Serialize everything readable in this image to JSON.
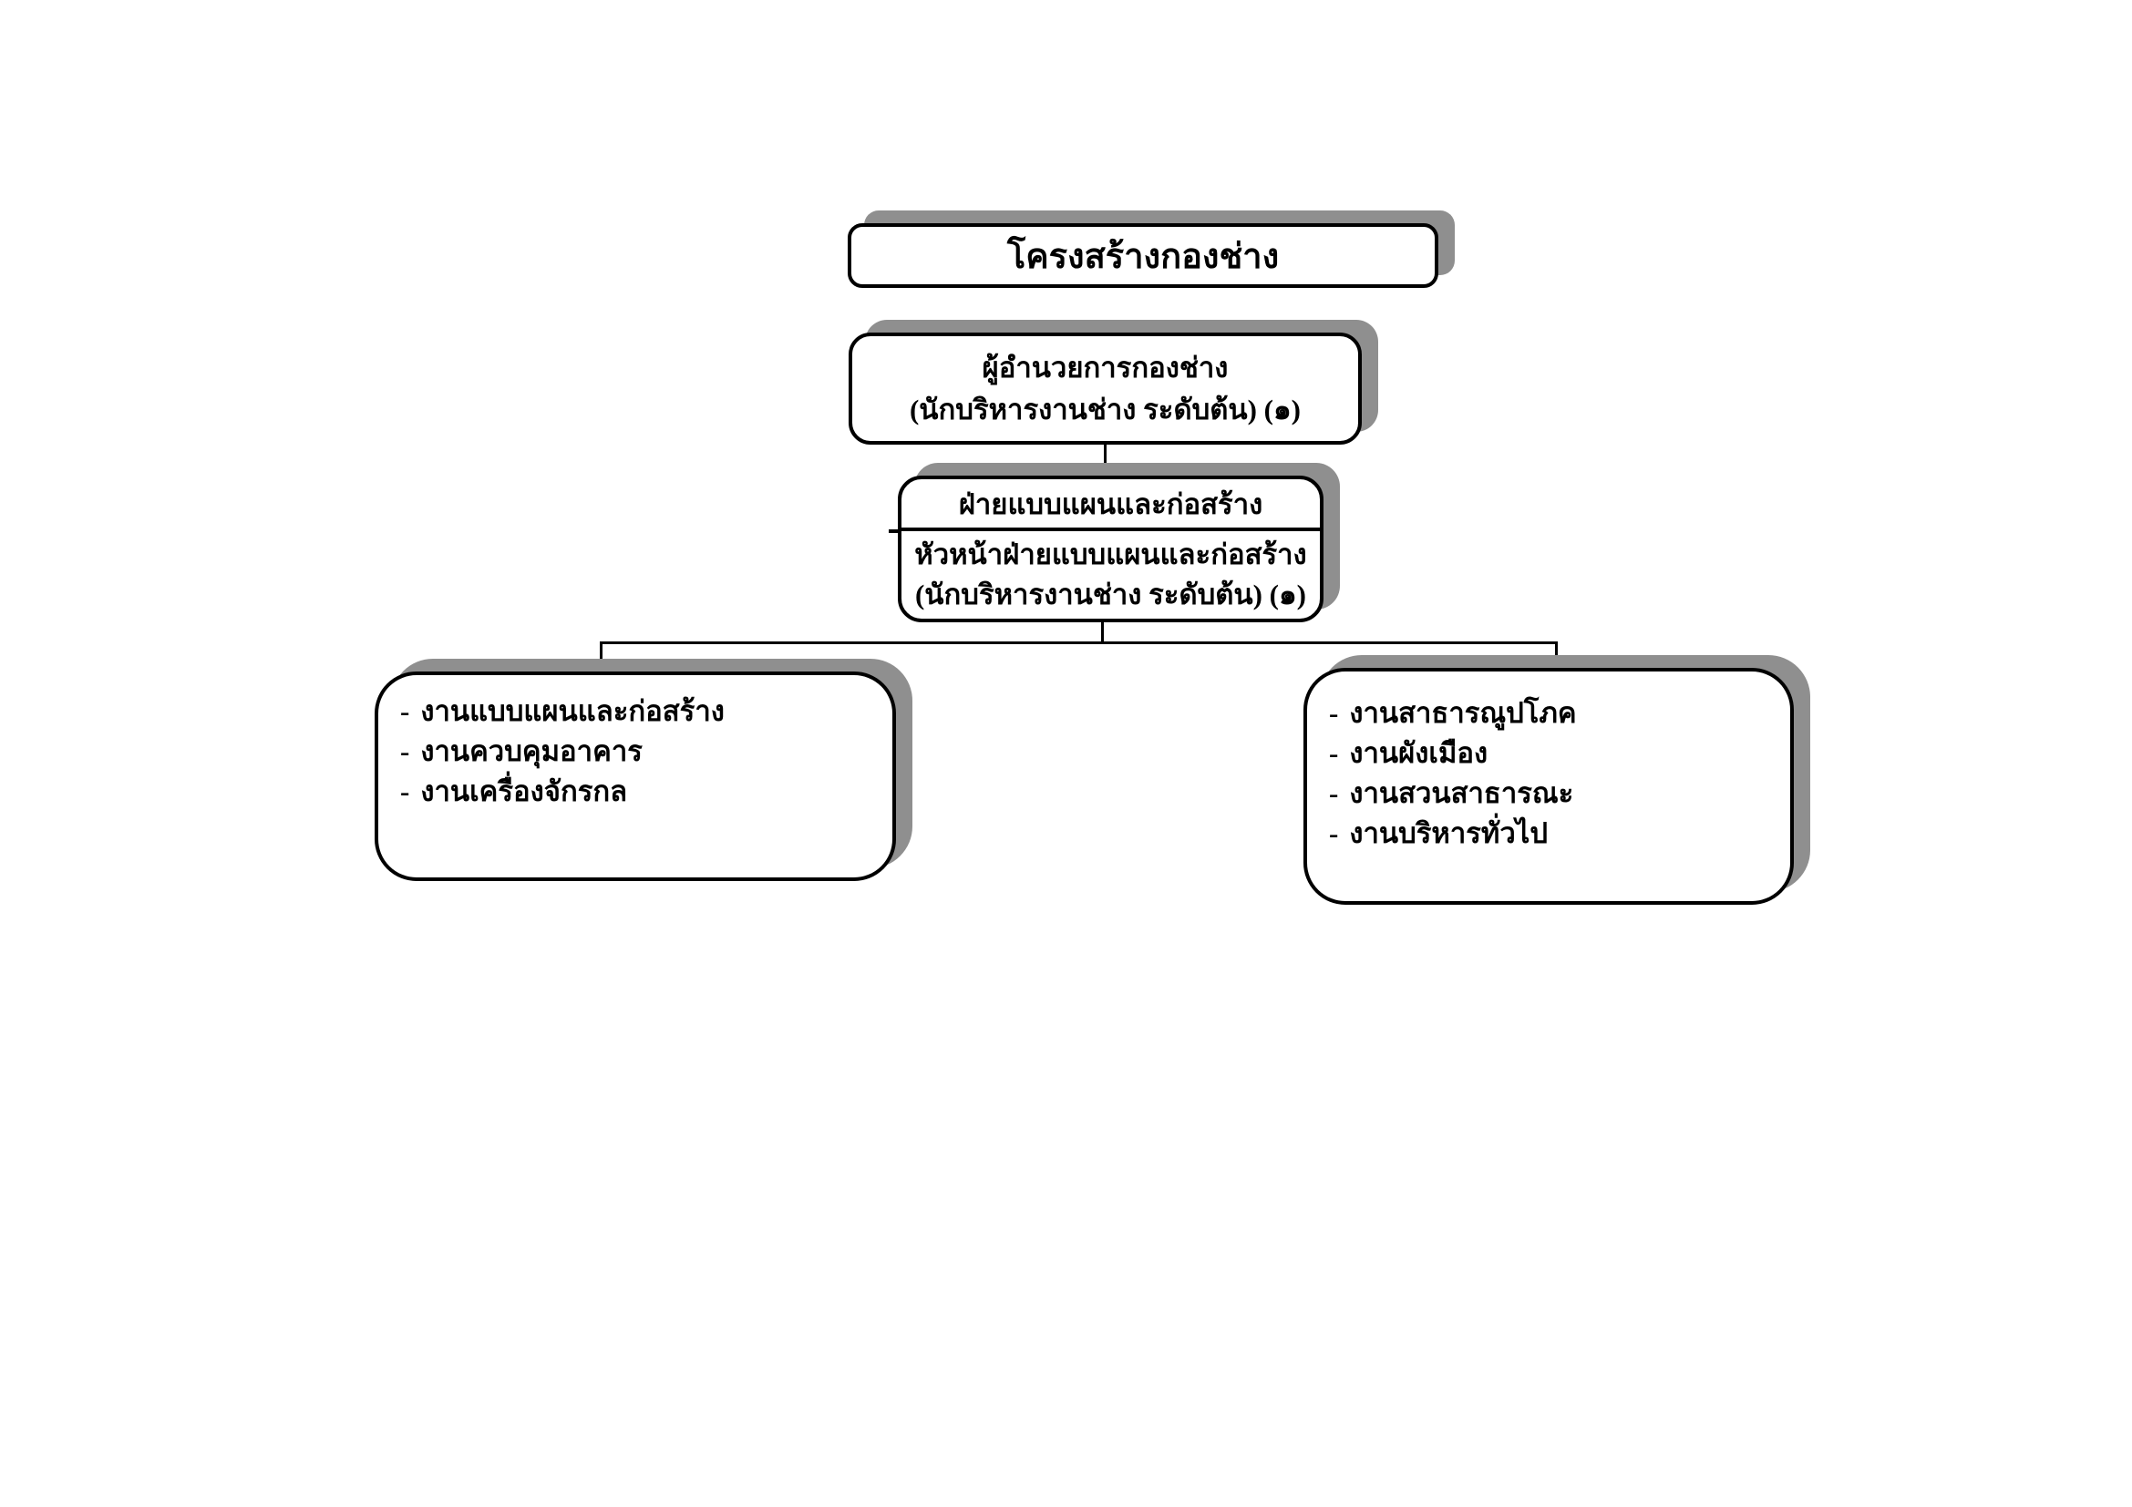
{
  "colors": {
    "shadow": "#8f8f8f",
    "line": "#000000",
    "box-bg": "#ffffff",
    "text": "#000000",
    "page-bg": "#ffffff"
  },
  "nodes": {
    "title": {
      "label": "โครงสร้างกองช่าง"
    },
    "director": {
      "title": "ผู้อำนวยการกองช่าง",
      "subtitle": "(นักบริหารงานช่าง ระดับต้น) (๑)"
    },
    "division": {
      "header": "ฝ่ายแบบแผนและก่อสร้าง",
      "chief": "หัวหน้าฝ่ายแบบแผนและก่อสร้าง",
      "position": "(นักบริหารงานช่าง ระดับต้น) (๑)"
    },
    "left_unit": {
      "bullet": "-",
      "items": [
        "งานแบบแผนและก่อสร้าง",
        "งานควบคุมอาคาร",
        "งานเครื่องจักรกล"
      ]
    },
    "right_unit": {
      "bullet": "-",
      "items": [
        "งานสาธารณูปโภค",
        "งานผังเมือง",
        "งานสวนสาธารณะ",
        "งานบริหารทั่วไป"
      ]
    }
  }
}
